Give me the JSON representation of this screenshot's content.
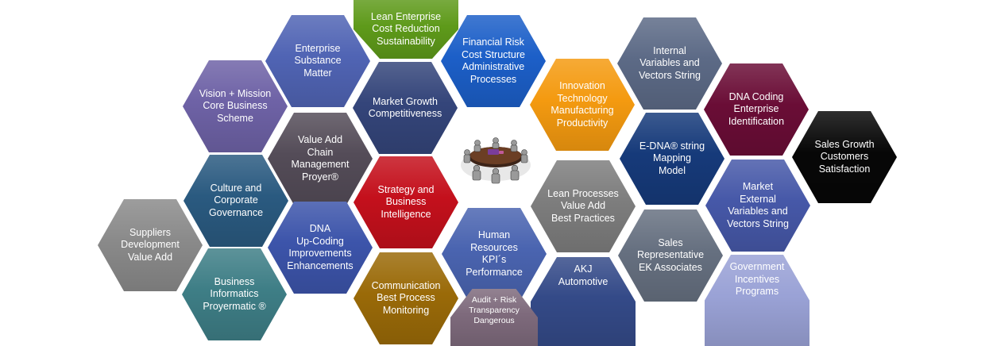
{
  "hexagons": [
    {
      "id": "lean",
      "text": "Lean Enterprise\nCost Reduction\nSustainability",
      "color": "#5e9a1a"
    },
    {
      "id": "enterprise-substance",
      "text": "Enterprise\nSubstance\nMatter",
      "color": "#5064b4"
    },
    {
      "id": "financial-risk",
      "text": "Financial Risk\nCost Structure\nAdministrative\nProcesses",
      "color": "#1c5fc8"
    },
    {
      "id": "internal-variables",
      "text": "Internal\nVariables and\nVectors String",
      "color": "#5c6a86"
    },
    {
      "id": "vision-mission",
      "text": "Vision + Mission\nCore Business\nScheme",
      "color": "#6e62a6"
    },
    {
      "id": "market-growth",
      "text": "Market Growth\nCompetitiveness",
      "color": "#34457a"
    },
    {
      "id": "innovation",
      "text": "Innovation\nTechnology\nManufacturing\nProductivity",
      "color": "#f49a10"
    },
    {
      "id": "dna-coding",
      "text": "DNA Coding\nEnterprise\nIdentification",
      "color": "#6a0d36"
    },
    {
      "id": "value-add-chain",
      "text": "Value Add\nChain\nManagement\nProyer®",
      "color": "#544c58"
    },
    {
      "id": "edna-string",
      "text": "E-DNA® string\nMapping\nModel",
      "color": "#163a7a"
    },
    {
      "id": "sales-growth",
      "text": "Sales Growth\nCustomers\nSatisfaction",
      "color": "#070707"
    },
    {
      "id": "culture",
      "text": "Culture and\nCorporate\nGovernance",
      "color": "#2a5a80"
    },
    {
      "id": "strategy",
      "text": "Strategy and\nBusiness\nIntelligence",
      "color": "#c4101c"
    },
    {
      "id": "lean-processes",
      "text": "Lean Processes\nValue Add\nBest Practices",
      "color": "#7d7d7d"
    },
    {
      "id": "market-external",
      "text": "Market\nExternal\nVariables and\nVectors String",
      "color": "#4658a8"
    },
    {
      "id": "suppliers",
      "text": "Suppliers\nDevelopment\nValue Add",
      "color": "#8a8a8a"
    },
    {
      "id": "dna-upcoding",
      "text": "DNA\nUp-Coding\nImprovements\nEnhancements",
      "color": "#3c54aa"
    },
    {
      "id": "human-resources",
      "text": "Human\nResources\nKPI´s\nPerformance",
      "color": "#4a64b0"
    },
    {
      "id": "sales-rep",
      "text": "Sales\nRepresentative\nEK Associates",
      "color": "#667080"
    },
    {
      "id": "business-informatics",
      "text": "Business\nInformatics\nProyermatic ®",
      "color": "#3e7e86"
    },
    {
      "id": "communication",
      "text": "Communication\nBest Process\nMonitoring",
      "color": "#9a6a08"
    },
    {
      "id": "akj",
      "text": "AKJ\nAutomotive",
      "color": "#344a88"
    },
    {
      "id": "government",
      "text": "Government\nIncentives\nPrograms",
      "color": "#9aa2d6"
    },
    {
      "id": "audit-risk",
      "text": "Audit + Risk\nTransparency\nDangerous",
      "color": "#7e6a7c",
      "small": true
    }
  ]
}
